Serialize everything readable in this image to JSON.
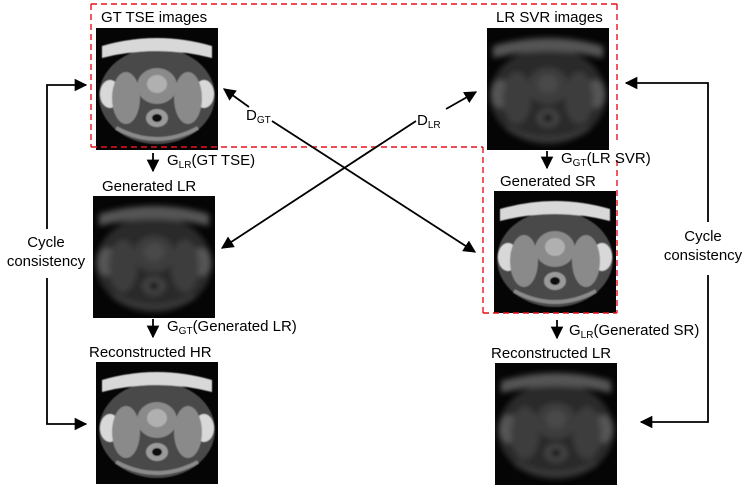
{
  "top_left_title": "GT TSE images",
  "top_right_title": "LR SVR images",
  "generated_lr_title": "Generated LR",
  "generated_sr_title": "Generated SR",
  "reconstructed_hr_title": "Reconstructed HR",
  "reconstructed_lr_title": "Reconstructed LR",
  "d_gt": {
    "main": "D",
    "sub": "GT"
  },
  "d_lr": {
    "main": "D",
    "sub": "LR"
  },
  "g_lr_gt_tse": {
    "main": "G",
    "sub": "LR",
    "arg": "(GT TSE)"
  },
  "g_gt_lr_svr": {
    "main": "G",
    "sub": "GT",
    "arg": "(LR SVR)"
  },
  "g_gt_generated_lr": {
    "main": "G",
    "sub": "GT",
    "arg": "(Generated LR)"
  },
  "g_lr_generated_sr": {
    "main": "G",
    "sub": "LR",
    "arg": "(Generated SR)"
  },
  "cycle_left": {
    "line1": "Cycle",
    "line2": "consistency"
  },
  "cycle_right": {
    "line1": "Cycle",
    "line2": "consistency"
  },
  "colors": {
    "dashed_box": "#e8141a",
    "arrow": "#000000",
    "image_bg": "#000000"
  }
}
